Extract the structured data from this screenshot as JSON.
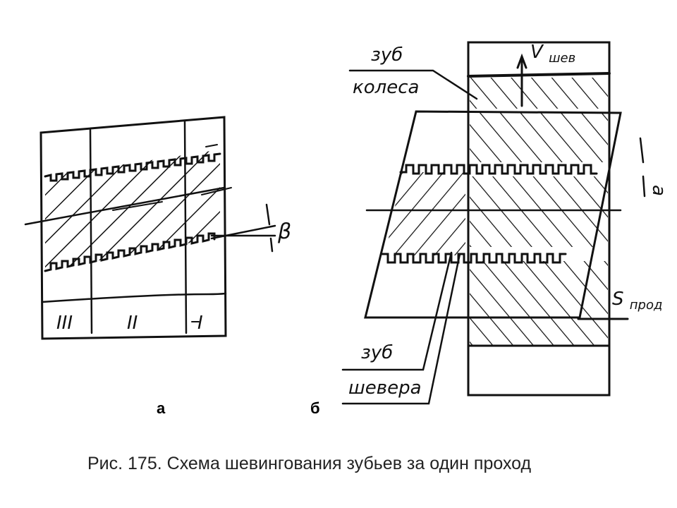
{
  "figure": {
    "panel_a": {
      "zone_labels": [
        "III",
        "II",
        "I"
      ],
      "angle_label": "β",
      "sub_label": "а"
    },
    "panel_b": {
      "gear_tooth_label": [
        "зуб",
        "колеса"
      ],
      "velocity_label": "V",
      "velocity_subscript": "шев",
      "feed_label": "S",
      "feed_subscript": "прод",
      "side_letter": "a",
      "shaver_tooth_label": [
        "зуб",
        "шевера"
      ],
      "sub_label": "б"
    },
    "caption": "Рис. 175. Схема шевингования зубьев за один проход"
  }
}
